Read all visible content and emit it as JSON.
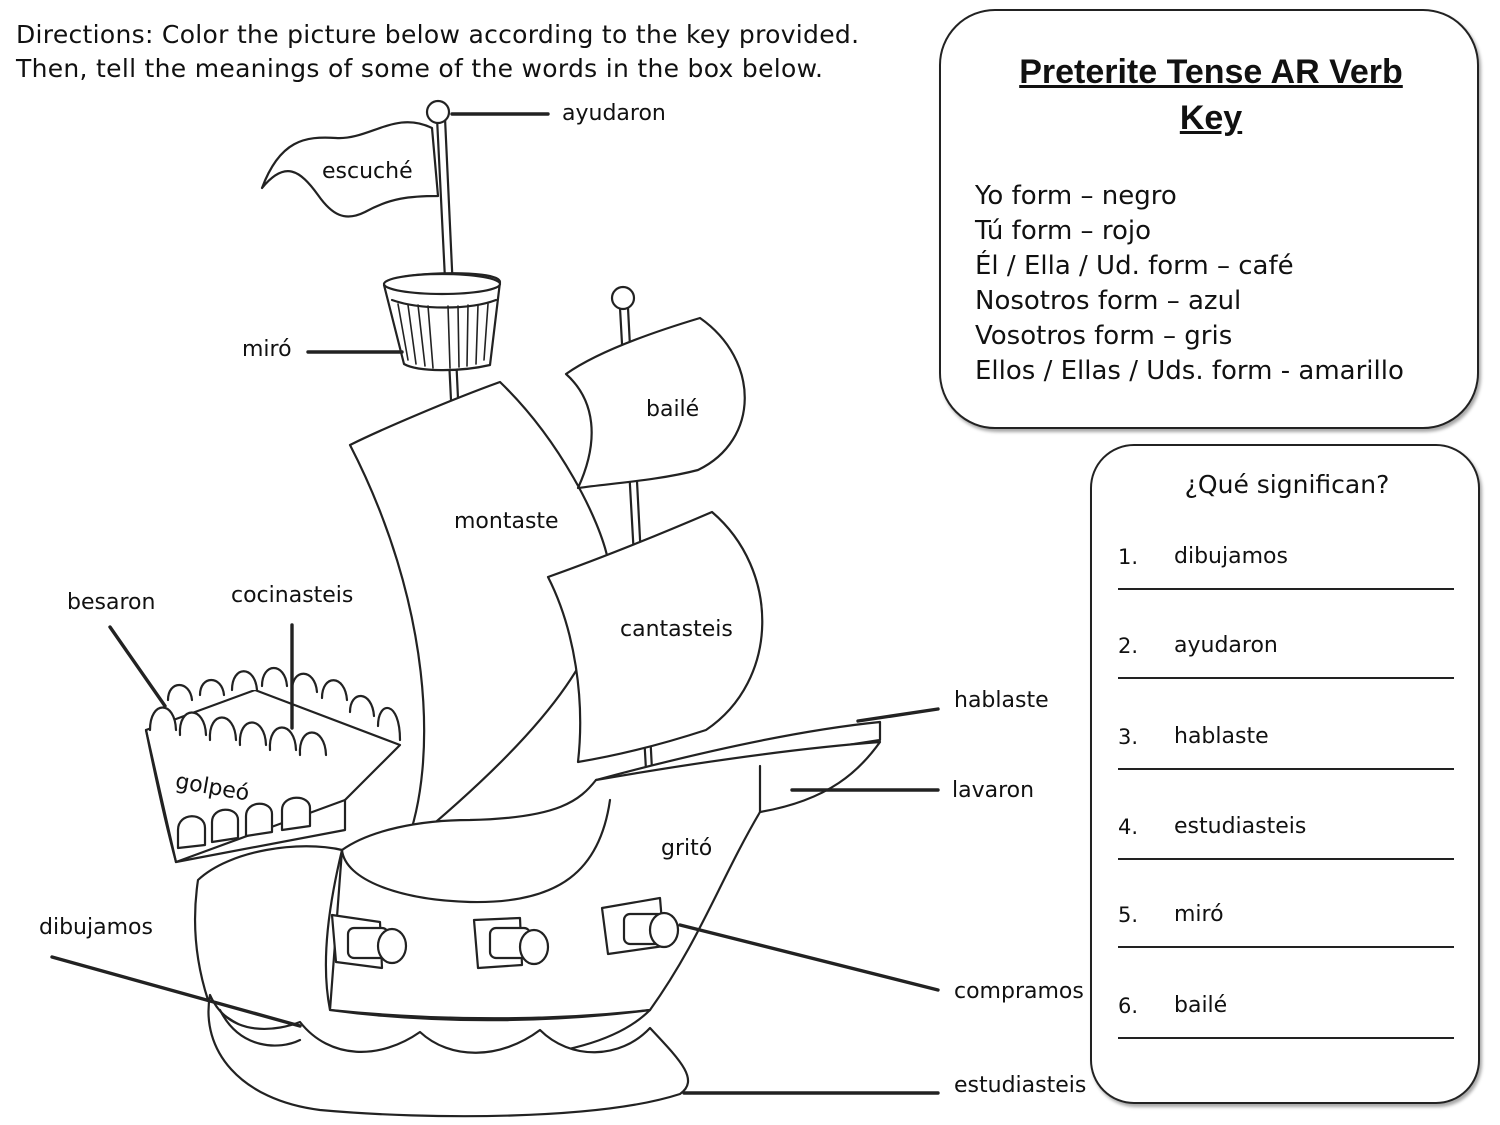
{
  "directions": {
    "line1": "Directions:  Color the picture below according to the key provided.",
    "line2": "Then, tell the meanings of some of the words in the box below."
  },
  "key": {
    "title_line1": "Preterite Tense AR Verb",
    "title_line2": "Key",
    "items": [
      "Yo form – negro",
      "Tú form – rojo",
      "Él / Ella / Ud. form – café",
      "Nosotros form – azul",
      "Vosotros form – gris",
      "Ellos / Ellas / Uds. form - amarillo"
    ]
  },
  "questions": {
    "title": "¿Qué significan?",
    "items": [
      {
        "num": "1.",
        "word": "dibujamos"
      },
      {
        "num": "2.",
        "word": "ayudaron"
      },
      {
        "num": "3.",
        "word": "hablaste"
      },
      {
        "num": "4.",
        "word": "estudiasteis"
      },
      {
        "num": "5.",
        "word": "miró"
      },
      {
        "num": "6.",
        "word": "bailé"
      }
    ]
  },
  "ship_labels": {
    "ayudaron": "ayudaron",
    "escuche": "escuché",
    "miro": "miró",
    "baile": "bailé",
    "montaste": "montaste",
    "cantasteis": "cantasteis",
    "besaron": "besaron",
    "cocinasteis": "cocinasteis",
    "golpeo": "golpeó",
    "hablaste": "hablaste",
    "lavaron": "lavaron",
    "grito": "gritó",
    "dibujamos": "dibujamos",
    "compramos": "compramos",
    "estudiasteis": "estudiasteis"
  }
}
